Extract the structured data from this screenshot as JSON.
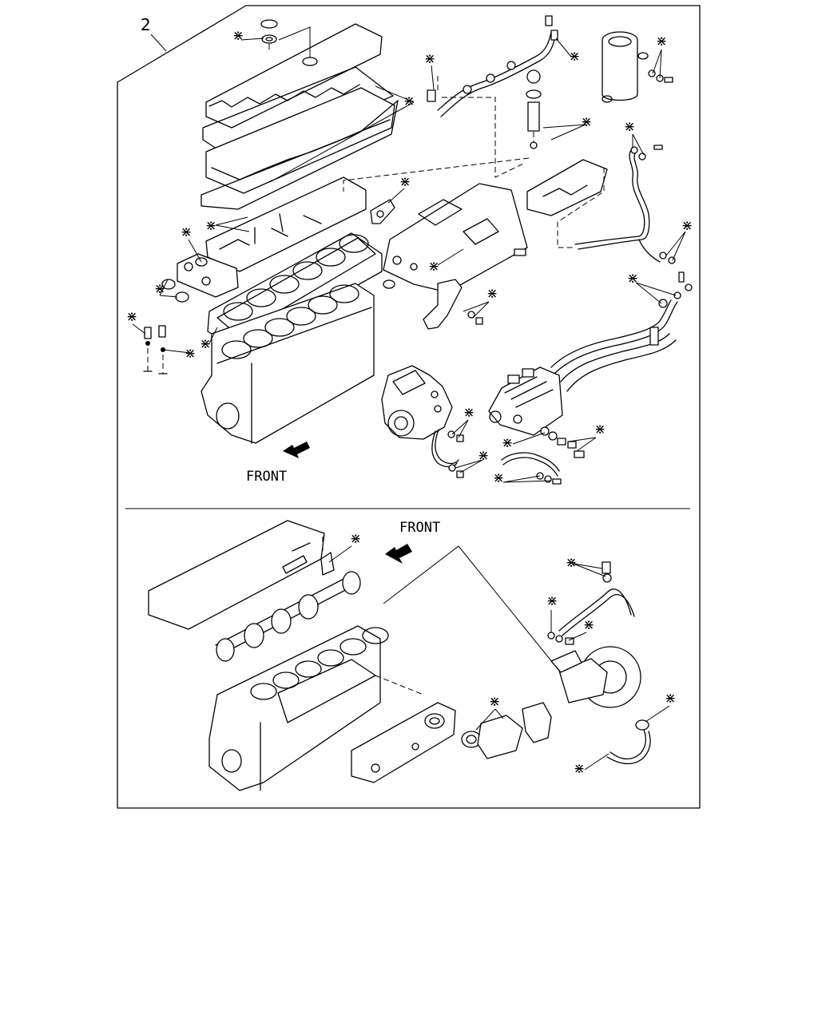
{
  "callout_number": "2",
  "front_label_upper": "FRONT",
  "front_label_lower": "FRONT",
  "kit_marker_symbol": "⋇",
  "colors": {
    "line": "#000000",
    "background": "#ffffff"
  }
}
